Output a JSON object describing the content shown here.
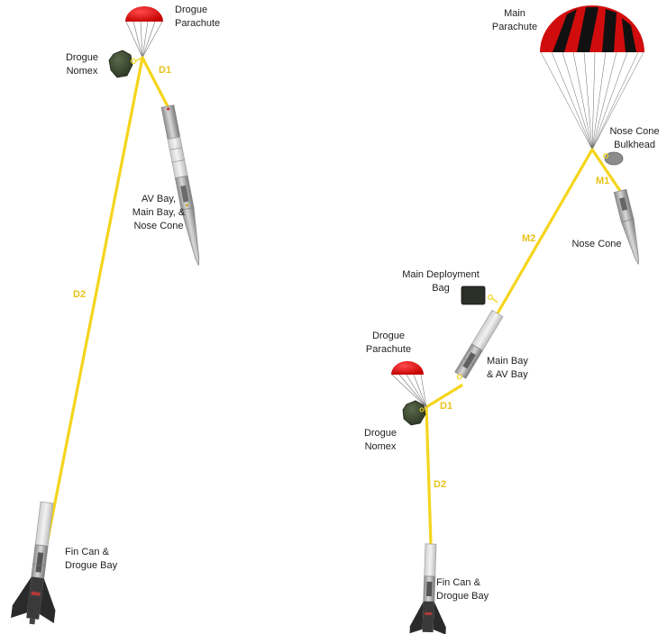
{
  "left_config": {
    "drogue_parachute": "Drogue\nParachute",
    "drogue_nomex": "Drogue\nNomex",
    "av_main_nose": "AV Bay,\nMain Bay, &\nNose Cone",
    "fin_can": "Fin Can &\nDrogue Bay",
    "segments": {
      "d1": "D1",
      "d2": "D2"
    }
  },
  "right_config": {
    "main_parachute": "Main\nParachute",
    "nose_cone_bulkhead": "Nose Cone\nBulkhead",
    "nose_cone": "Nose Cone",
    "main_deployment_bag": "Main Deployment\nBag",
    "main_av_bay": "Main Bay\n& AV Bay",
    "drogue_parachute": "Drogue\nParachute",
    "drogue_nomex": "Drogue\nNomex",
    "fin_can": "Fin Can &\nDrogue Bay",
    "segments": {
      "m1": "M1",
      "m2": "M2",
      "d1": "D1",
      "d2": "D2"
    }
  },
  "colors": {
    "shock_cord": "#f5d51c",
    "drogue_canopy": "#e01010",
    "main_canopy_red": "#e01010",
    "main_canopy_black": "#111111",
    "nomex": "#3d4a32",
    "fins": "#2a2a2a"
  }
}
